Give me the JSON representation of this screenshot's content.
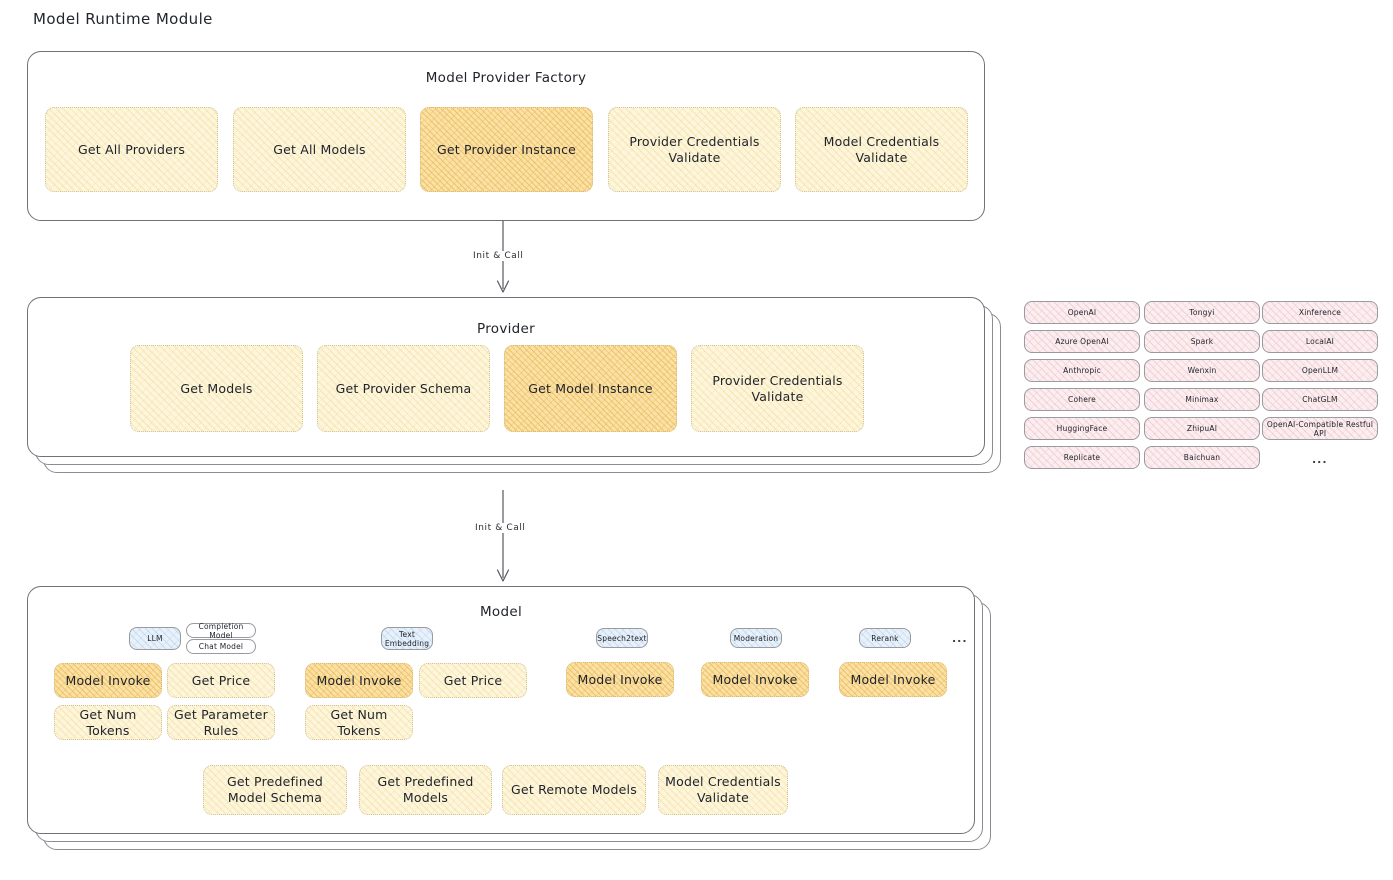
{
  "page": {
    "title": "Model Runtime Module"
  },
  "factory": {
    "title": "Model Provider Factory",
    "boxes": [
      {
        "label": "Get All Providers",
        "highlight": false
      },
      {
        "label": "Get All Models",
        "highlight": false
      },
      {
        "label": "Get Provider Instance",
        "highlight": true
      },
      {
        "label": "Provider Credentials Validate",
        "highlight": false
      },
      {
        "label": "Model Credentials Validate",
        "highlight": false
      }
    ]
  },
  "arrows": [
    {
      "label": "Init & Call"
    },
    {
      "label": "Init & Call"
    }
  ],
  "provider": {
    "title": "Provider",
    "boxes": [
      {
        "label": "Get Models",
        "highlight": false
      },
      {
        "label": "Get Provider Schema",
        "highlight": false
      },
      {
        "label": "Get Model Instance",
        "highlight": true
      },
      {
        "label": "Provider Credentials Validate",
        "highlight": false
      }
    ]
  },
  "provider_list": {
    "columns": [
      {
        "items": [
          "OpenAI",
          "Azure OpenAI",
          "Anthropic",
          "Cohere",
          "HuggingFace",
          "Replicate"
        ]
      },
      {
        "items": [
          "Tongyi",
          "Spark",
          "Wenxin",
          "Minimax",
          "ZhipuAI",
          "Baichuan"
        ]
      },
      {
        "items": [
          "Xinference",
          "LocalAI",
          "OpenLLM",
          "ChatGLM",
          "OpenAI-Compatible Restful API"
        ]
      }
    ],
    "more": "..."
  },
  "model": {
    "title": "Model",
    "more": "...",
    "types": [
      {
        "name": "LLM",
        "subtypes": [
          "Completion Model",
          "Chat Model"
        ],
        "ops": [
          "Model Invoke",
          "Get Price",
          "Get Num Tokens",
          "Get Parameter Rules"
        ]
      },
      {
        "name": "Text Embedding",
        "subtypes": [],
        "ops": [
          "Model Invoke",
          "Get Price",
          "Get Num Tokens"
        ]
      },
      {
        "name": "Speech2text",
        "subtypes": [],
        "ops": [
          "Model Invoke"
        ]
      },
      {
        "name": "Moderation",
        "subtypes": [],
        "ops": [
          "Model Invoke"
        ]
      },
      {
        "name": "Rerank",
        "subtypes": [],
        "ops": [
          "Model Invoke"
        ]
      }
    ],
    "shared_ops": [
      "Get Predefined Model Schema",
      "Get Predefined Models",
      "Get Remote Models",
      "Model Credentials Validate"
    ]
  },
  "colors": {
    "box_fill": "#fdf6dd",
    "box_fill_strong": "#fbe1a6",
    "provider_chip_fill": "#fbeef0",
    "model_type_chip_fill": "#e8f1fa",
    "container_border": "#6f7279"
  }
}
